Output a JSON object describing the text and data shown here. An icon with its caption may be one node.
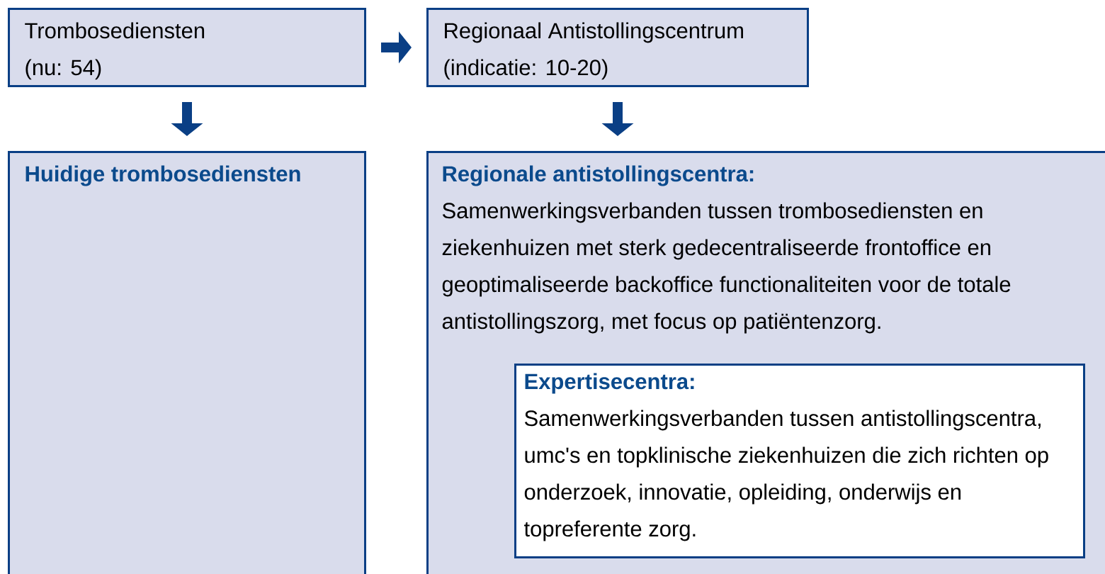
{
  "diagram": {
    "nodes": [
      {
        "text": [
          "Trombosediensten",
          "(nu: 54)"
        ]
      },
      {
        "text": [
          "Regionaal Antistollingscentrum",
          "(indicatie: 10-20)"
        ]
      },
      {
        "text": [
          "Huidige trombosediensten"
        ]
      },
      {
        "text": [
          "Regionale antistollingscentra:",
          "Samenwerkingsverbanden tussen trombosediensten en ziekenhuizen met sterk gedecentraliseerde frontoffice en geoptimaliseerde backoffice functionaliteiten voor de totale antistollingszorg, met focus op patiëntenzorg."
        ]
      },
      {
        "text": [
          "Expertisecentra:",
          "Samenwerkingsverbanden tussen antistollingscentra, umc's en topklinische ziekenhuizen die zich richten op onderzoek, innovatie, opleiding, onderwijs en topreferente zorg."
        ],
        "in": 3
      }
    ],
    "edges": [
      {
        "from": 0,
        "to": 1,
        "arrow": "to"
      },
      {
        "from": 0,
        "to": 2,
        "arrow": "to"
      },
      {
        "from": 1,
        "to": 3,
        "arrow": "to"
      }
    ]
  }
}
